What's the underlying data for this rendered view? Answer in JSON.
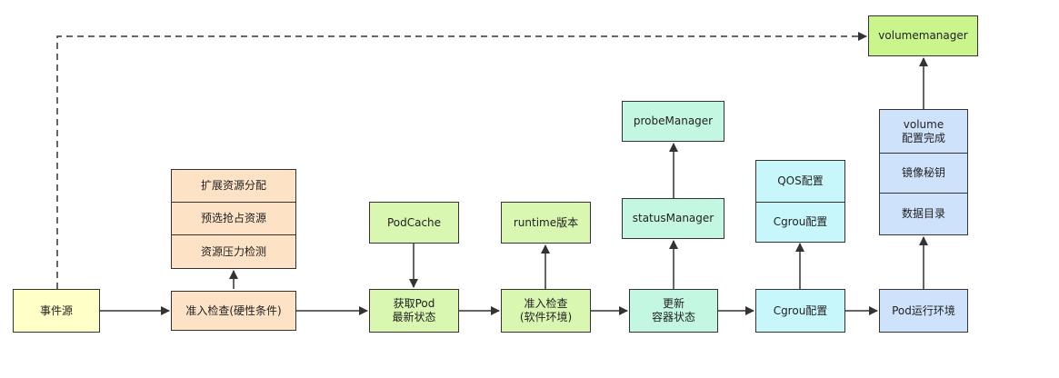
{
  "nodes": {
    "event_source": "事件源",
    "admit_check_hard": "准入检查(硬性条件)",
    "extend_resource": "扩展资源分配",
    "preempt_resource": "预选抢占资源",
    "resource_pressure": "资源压力检测",
    "pod_cache": "PodCache",
    "get_pod_state": "获取Pod\n最新状态",
    "runtime_version": "runtime版本",
    "admit_check_soft": "准入检查\n(软件环境)",
    "probe_manager": "probeManager",
    "status_manager": "statusManager",
    "update_container": "更新\n容器状态",
    "qos_config": "QOS配置",
    "cgroup_config_top": "Cgrou配置",
    "cgroup_config": "Cgrou配置",
    "volume_config": "volume\n配置完成",
    "image_secret": "镜像秘钥",
    "data_dir": "数据目录",
    "pod_runtime_env": "Pod运行环境",
    "volume_manager": "volumemanager"
  }
}
